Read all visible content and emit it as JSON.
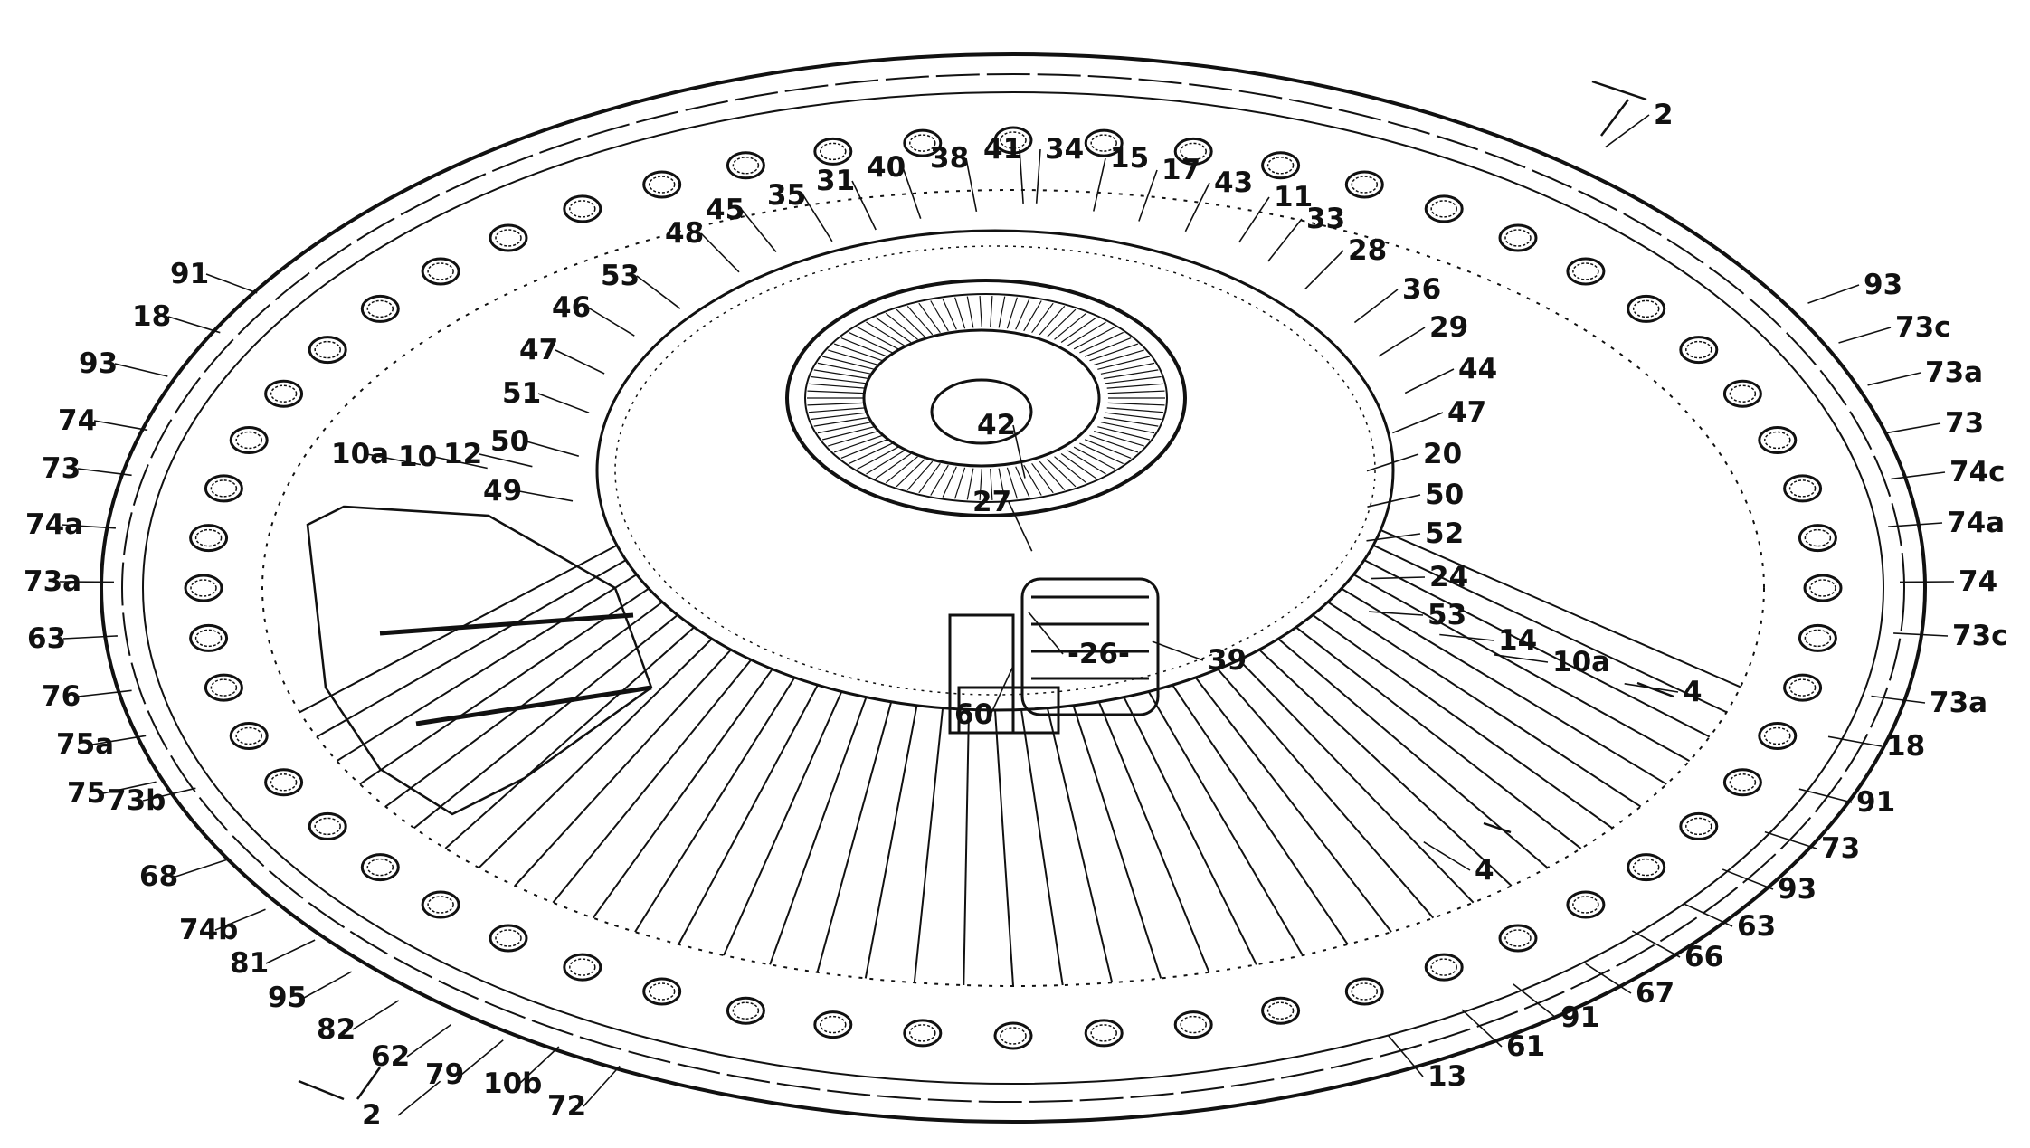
{
  "figure": {
    "colors": {
      "ink": "#111111",
      "paper": "#ffffff",
      "stipple": "#9a9a9a"
    },
    "labels": {
      "l2a": "2",
      "l2b": "2",
      "l4a": "4",
      "l4b": "4",
      "l91a": "91",
      "l18a": "18",
      "l93a": "93",
      "l74a": "74",
      "l73a": "73",
      "l74aa": "74a",
      "l73aa": "73a",
      "l63a": "63",
      "l76": "76",
      "l75a": "75a",
      "l75": "75",
      "l73b": "73b",
      "l68": "68",
      "l74b": "74b",
      "l81": "81",
      "l95": "95",
      "l82": "82",
      "l62": "62",
      "l79": "79",
      "l10b": "10b",
      "l72": "72",
      "l10a1": "10a",
      "l10": "10",
      "l12": "12",
      "l47a": "47",
      "l46": "46",
      "l51": "51",
      "l50a": "50",
      "l49": "49",
      "l53a": "53",
      "l48": "48",
      "l45": "45",
      "l35": "35",
      "l31": "31",
      "l40": "40",
      "l38": "38",
      "l41": "41",
      "l34": "34",
      "l15": "15",
      "l17": "17",
      "l43": "43",
      "l11": "11",
      "l33": "33",
      "l28": "28",
      "l36": "36",
      "l29": "29",
      "l44": "44",
      "l47b": "47",
      "l20": "20",
      "l50b": "50",
      "l52": "52",
      "l24": "24",
      "l53b": "53",
      "l14": "14",
      "l10a2": "10a",
      "l42": "42",
      "l27": "27",
      "l26": "-26-",
      "l39": "39",
      "l60": "60",
      "l93b": "93",
      "l73c1": "73c",
      "l73ab": "73a",
      "l73b2": "73",
      "l74c": "74c",
      "l74ab": "74a",
      "l74b2": "74",
      "l73c2": "73c",
      "l73ac": "73a",
      "l18b": "18",
      "l91b": "91",
      "l73d": "73",
      "l93c": "93",
      "l63b": "63",
      "l66": "66",
      "l67": "67",
      "l91c": "91",
      "l61": "61",
      "l13": "13"
    }
  }
}
